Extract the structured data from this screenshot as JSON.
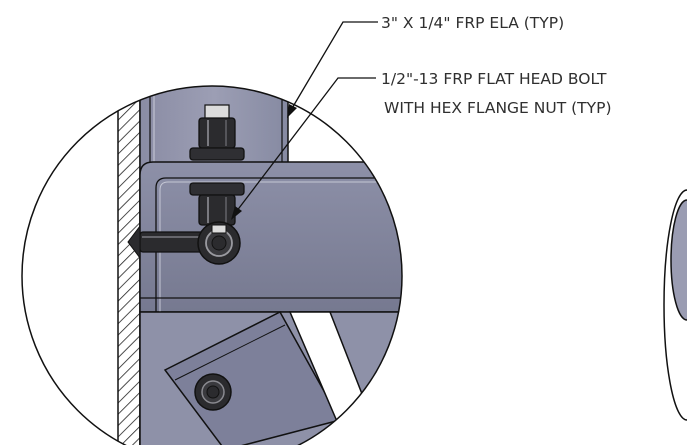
{
  "callouts": [
    {
      "id": "ela",
      "lines": [
        "3\" X 1/4\" FRP ELA (TYP)"
      ]
    },
    {
      "id": "bolt",
      "lines": [
        "1/2\"-13 FRP FLAT HEAD BOLT",
        "WITH HEX FLANGE NUT (TYP)"
      ]
    }
  ],
  "colors": {
    "steel_light": "#9a9cb2",
    "steel_mid": "#7b7e98",
    "steel_dark": "#5e6178",
    "outline": "#111111",
    "hardware": "#2b2b2e",
    "hardware_highlight": "#8a8a90",
    "background": "#ffffff"
  }
}
